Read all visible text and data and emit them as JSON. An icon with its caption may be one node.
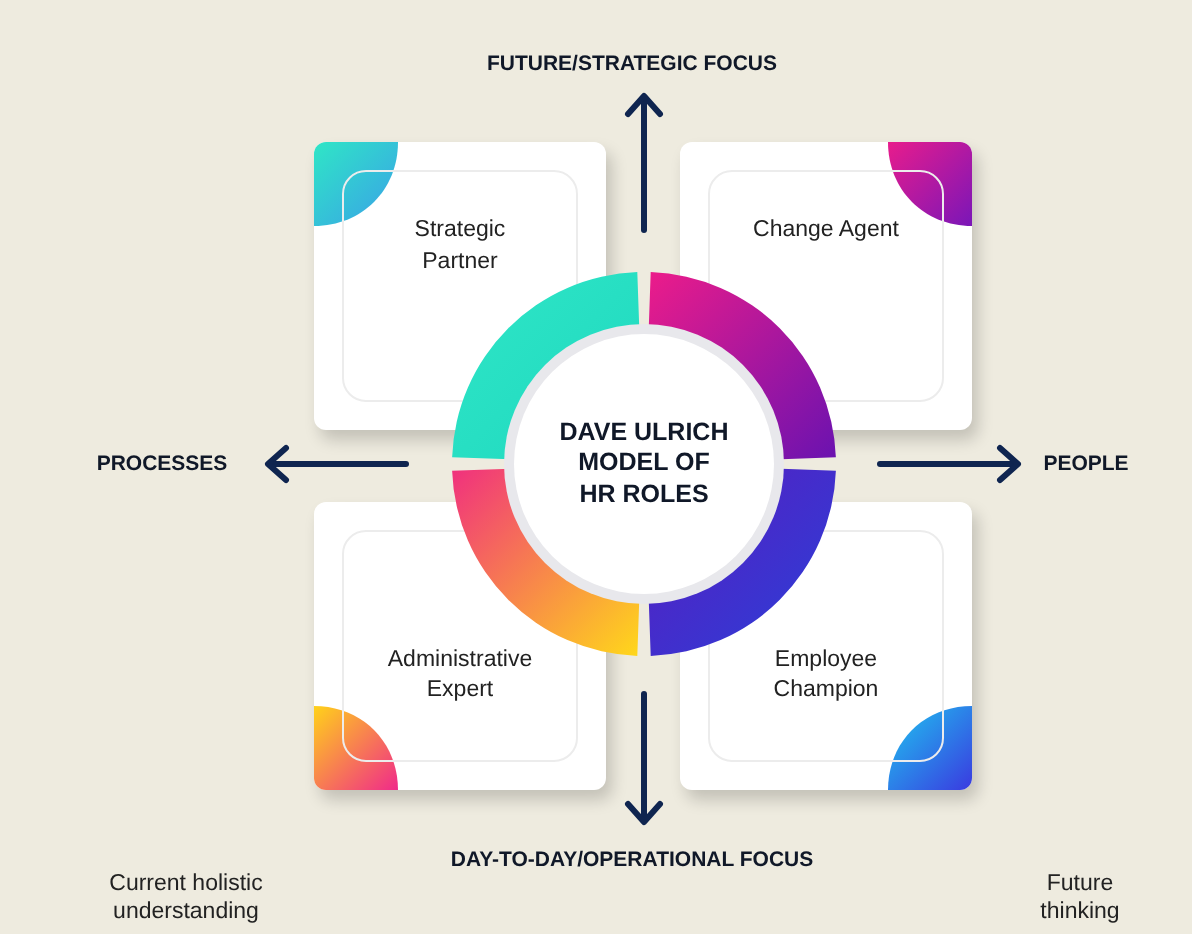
{
  "diagram": {
    "title": "DAVE ULRICH MODEL OF HR ROLES",
    "nodes": [
      {
        "text": [
          "Strategic Partner"
        ]
      },
      {
        "text": [
          "Change Agent"
        ]
      },
      {
        "text": [
          "Administrative Expert"
        ]
      },
      {
        "text": [
          "Employee Champion"
        ]
      }
    ],
    "labels": [
      "FUTURE/STRATEGIC FOCUS",
      "PROCESSES",
      "PEOPLE",
      "DAY-TO-DAY/OPERATIONAL FOCUS",
      "Current holistic understanding",
      "Future thinking"
    ]
  }
}
